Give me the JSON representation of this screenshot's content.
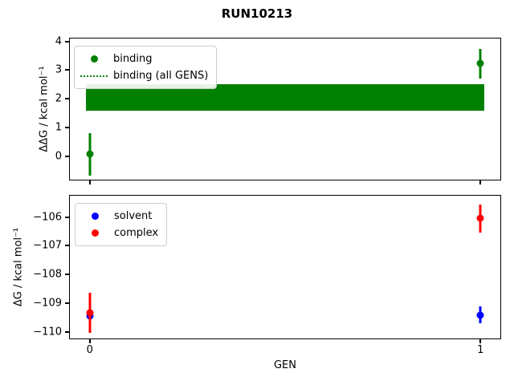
{
  "figure": {
    "title": "RUN10213",
    "background": "#ffffff"
  },
  "colors": {
    "binding": "#008000",
    "solvent": "#0000ff",
    "complex": "#ff0000",
    "axis": "#000000",
    "legend_border": "#cccccc"
  },
  "chart_data": [
    {
      "type": "scatter",
      "panel": "binding-free-energy",
      "ylabel": "ΔΔG / kcal mol⁻¹",
      "xlim": [
        -0.053,
        1.053
      ],
      "ylim": [
        -0.85,
        4.13
      ],
      "yticks": [
        4,
        3,
        2,
        1,
        0
      ],
      "ytick_labels": [
        "4",
        "3",
        "2",
        "1",
        "0"
      ],
      "xticks": [
        0,
        1
      ],
      "xtick_labels": null,
      "grid": false,
      "series": [
        {
          "name": "binding",
          "color": "#008000",
          "marker": "dot",
          "x": [
            0,
            1
          ],
          "y": [
            0.07,
            3.23
          ],
          "yerr": [
            0.74,
            0.52
          ]
        }
      ],
      "band": {
        "name": "binding (all GENS)",
        "color": "#008000",
        "style": "solid-span",
        "x_from": -0.01,
        "x_to": 1.01,
        "y_from": 1.59,
        "y_to": 2.51,
        "y_center": 2.05
      },
      "legend": {
        "position": "upper-left",
        "items": [
          {
            "label": "binding",
            "marker": "dot",
            "color": "#008000"
          },
          {
            "label": "binding (all GENS)",
            "marker": "dotted-line",
            "color": "#008000"
          }
        ]
      }
    },
    {
      "type": "scatter",
      "panel": "absolute-free-energy",
      "ylabel": "ΔG / kcal mol⁻¹",
      "xlabel": "GEN",
      "xlim": [
        -0.053,
        1.053
      ],
      "ylim": [
        -110.25,
        -105.23
      ],
      "yticks": [
        -106,
        -107,
        -108,
        -109,
        -110
      ],
      "ytick_labels": [
        "−106",
        "−107",
        "−108",
        "−109",
        "−110"
      ],
      "xticks": [
        0,
        1
      ],
      "xtick_labels": [
        "0",
        "1"
      ],
      "grid": false,
      "series": [
        {
          "name": "solvent",
          "color": "#0000ff",
          "marker": "dot",
          "x": [
            0,
            1
          ],
          "y": [
            -109.45,
            -109.4
          ],
          "yerr": [
            0.5,
            0.28
          ]
        },
        {
          "name": "complex",
          "color": "#ff0000",
          "marker": "dot",
          "x": [
            0,
            1
          ],
          "y": [
            -109.33,
            -106.05
          ],
          "yerr": [
            0.7,
            0.49
          ]
        }
      ],
      "legend": {
        "position": "upper-left",
        "items": [
          {
            "label": "solvent",
            "marker": "dot",
            "color": "#0000ff"
          },
          {
            "label": "complex",
            "marker": "dot",
            "color": "#ff0000"
          }
        ]
      }
    }
  ]
}
